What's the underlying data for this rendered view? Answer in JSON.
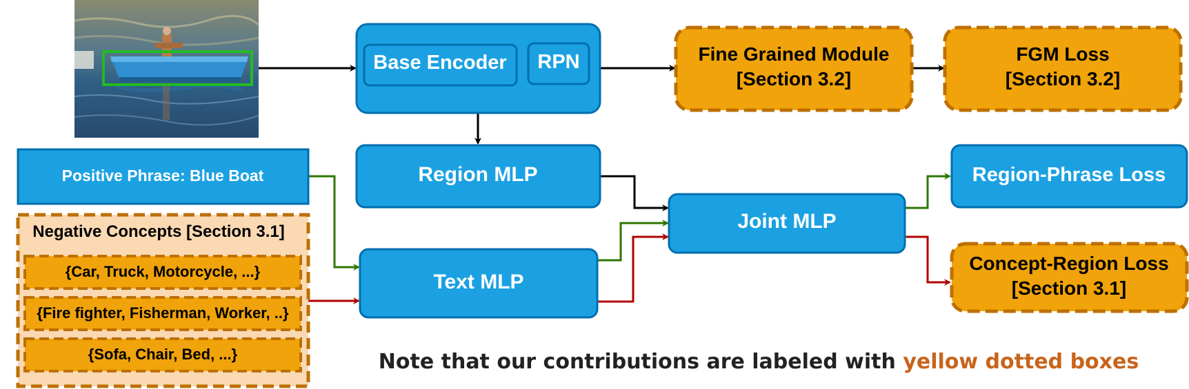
{
  "colors": {
    "blue_fill": "#1ba1e2",
    "blue_stroke": "#006eaf",
    "orange_fill": "#f0a30a",
    "orange_stroke": "#bd7000",
    "peach_fill": "#fad9b3",
    "green_arrow": "#2d7600",
    "red_arrow": "#b20000",
    "black_arrow": "#000000",
    "note_text": "#222222",
    "note_highlight": "#c8641c"
  },
  "image": {
    "description_icon": "boat-photo",
    "box_color": "#22bb22"
  },
  "boxes": {
    "base_encoder": "Base Encoder",
    "rpn": "RPN",
    "fine_grained_module": [
      "Fine Grained Module",
      "[Section 3.2]"
    ],
    "fgm_loss": [
      "FGM Loss",
      "[Section 3.2]"
    ],
    "region_mlp": "Region MLP",
    "text_mlp": "Text MLP",
    "joint_mlp": "Joint MLP",
    "region_phrase_loss": "Region-Phrase Loss",
    "concept_region_loss": [
      "Concept-Region Loss",
      "[Section 3.1]"
    ],
    "positive_phrase": "Positive Phrase: Blue Boat",
    "negative_concepts_title": "Negative Concepts [Section 3.1]",
    "negative_groups": [
      "{Car, Truck, Motorcycle, ...}",
      "{Fire fighter, Fisherman, Worker, ..}",
      "{Sofa, Chair, Bed, ...}"
    ]
  },
  "note": {
    "prefix": "Note that our contributions are labeled with ",
    "highlight": "yellow dotted boxes"
  }
}
